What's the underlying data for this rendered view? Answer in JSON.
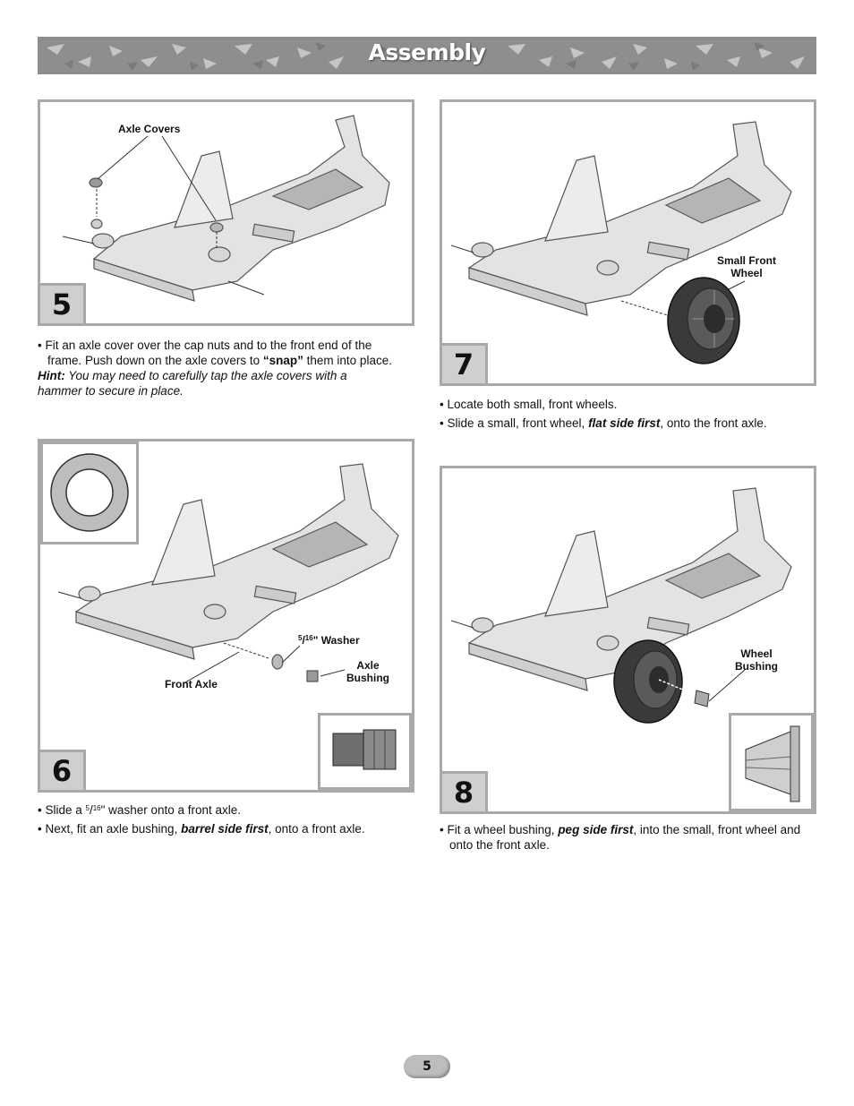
{
  "header": {
    "title": "Assembly"
  },
  "step5": {
    "number": "5",
    "callout_axle_covers": "Axle Covers",
    "line1_pre": "Fit an axle cover over the cap nuts and to the front end of the frame. Push down on the axle covers to ",
    "line1_bold": "“snap”",
    "line1_post": " them into place.",
    "hint_label": "Hint:",
    "hint_text": " You may need to carefully tap the axle covers with a hammer to secure in place."
  },
  "step6": {
    "number": "6",
    "callout_washer_num": "5",
    "callout_washer_den": "16",
    "callout_washer_text": "\" Washer",
    "callout_axle_bushing": "Axle Bushing",
    "callout_front_axle": "Front Axle",
    "bullet1_pre": "Slide a ",
    "bullet1_num": "5",
    "bullet1_den": "16",
    "bullet1_post": "\" washer onto a front axle.",
    "bullet2_pre": "Next, fit an axle bushing, ",
    "bullet2_bold": "barrel side first",
    "bullet2_post": ", onto a front axle."
  },
  "step7": {
    "number": "7",
    "callout_small_front_wheel": "Small Front Wheel",
    "bullet1": "Locate both small, front wheels.",
    "bullet2_pre": "Slide a small, front wheel, ",
    "bullet2_bold": "flat side first",
    "bullet2_post": ", onto the front axle."
  },
  "step8": {
    "number": "8",
    "callout_wheel_bushing": "Wheel Bushing",
    "bullet1_pre": "Fit a wheel bushing, ",
    "bullet1_bold": "peg side first",
    "bullet1_post": ", into the small, front wheel and onto the front axle."
  },
  "footer": {
    "page_number": "5"
  }
}
